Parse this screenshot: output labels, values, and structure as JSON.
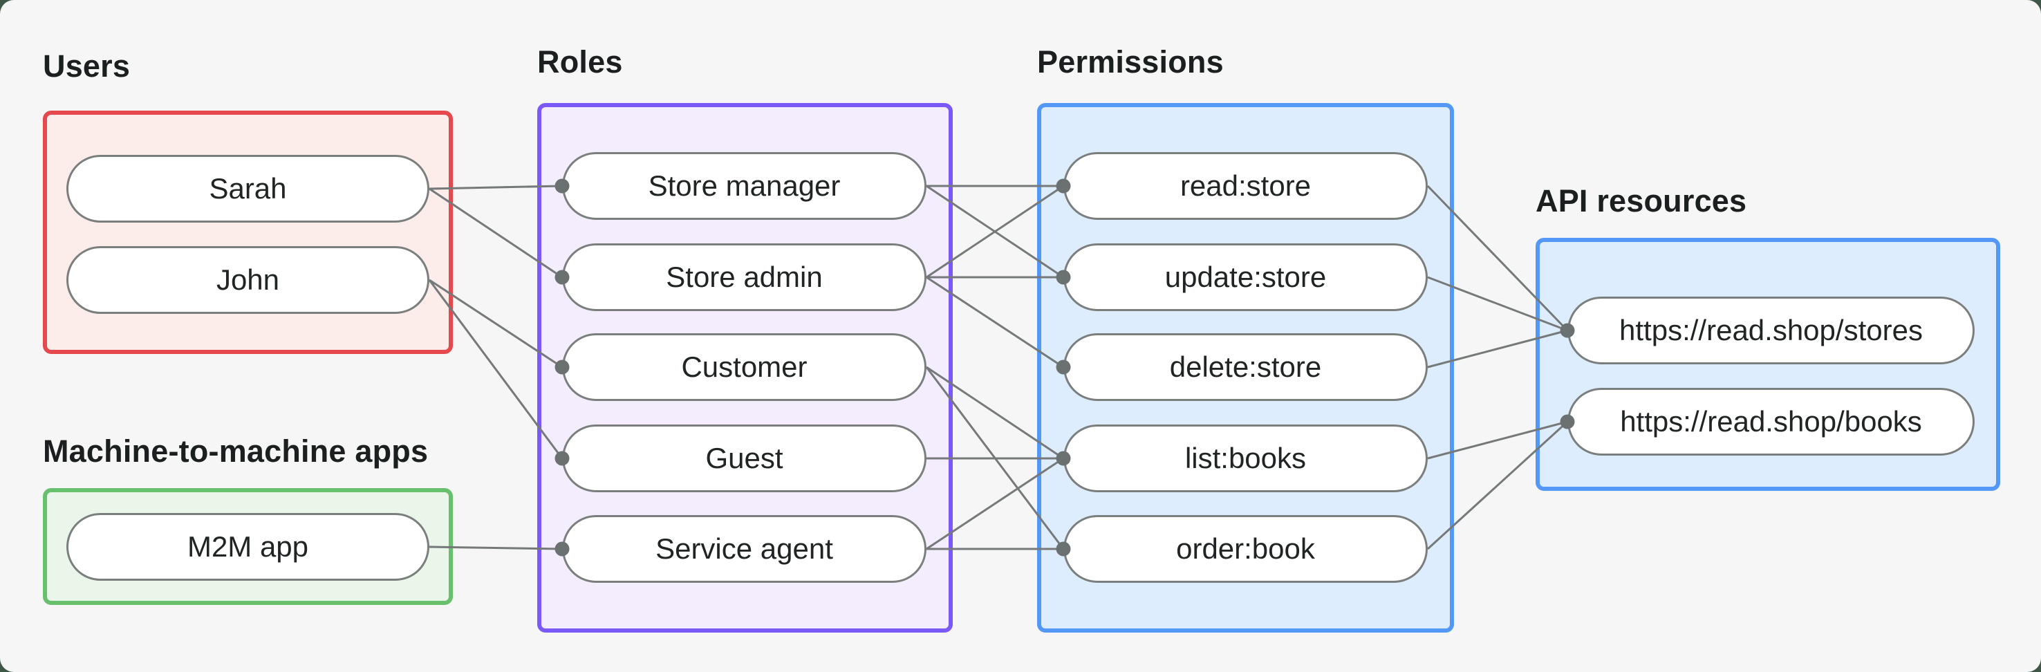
{
  "page": {
    "background": "#3e5747",
    "panel_background": "#f5f6f5"
  },
  "style": {
    "edge_color": "#75797a",
    "edge_width": 3,
    "dot_color": "#6b7170",
    "dot_radius": 10.5,
    "node_border": "#7a7f7e"
  },
  "groups": [
    {
      "id": "users",
      "label": "Users",
      "color": "#e5484d",
      "fill": "#fcecea"
    },
    {
      "id": "m2m",
      "label": "Machine-to-machine apps",
      "color": "#68c06d",
      "fill": "#e9f6e9"
    },
    {
      "id": "roles",
      "label": "Roles",
      "color": "#7b58f8",
      "fill": "#f3edfe"
    },
    {
      "id": "permissions",
      "label": "Permissions",
      "color": "#5397f7",
      "fill": "#deedfd"
    },
    {
      "id": "api",
      "label": "API resources",
      "color": "#5397f7",
      "fill": "#deedfd"
    }
  ],
  "nodes": {
    "sarah": {
      "label": "Sarah"
    },
    "john": {
      "label": "John"
    },
    "m2m_app": {
      "label": "M2M app"
    },
    "store_manager": {
      "label": "Store manager"
    },
    "store_admin": {
      "label": "Store admin"
    },
    "customer": {
      "label": "Customer"
    },
    "guest": {
      "label": "Guest"
    },
    "service_agent": {
      "label": "Service agent"
    },
    "read_store": {
      "label": "read:store"
    },
    "update_store": {
      "label": "update:store"
    },
    "delete_store": {
      "label": "delete:store"
    },
    "list_books": {
      "label": "list:books"
    },
    "order_book": {
      "label": "order:book"
    },
    "stores_resource": {
      "label": "https://read.shop/stores"
    },
    "books_resource": {
      "label": "https://read.shop/books"
    }
  },
  "edges": [
    {
      "from": "sarah",
      "to": "store_manager"
    },
    {
      "from": "sarah",
      "to": "store_admin"
    },
    {
      "from": "john",
      "to": "customer"
    },
    {
      "from": "john",
      "to": "guest"
    },
    {
      "from": "m2m_app",
      "to": "service_agent"
    },
    {
      "from": "store_manager",
      "to": "read_store"
    },
    {
      "from": "store_manager",
      "to": "update_store"
    },
    {
      "from": "store_admin",
      "to": "read_store"
    },
    {
      "from": "store_admin",
      "to": "update_store"
    },
    {
      "from": "store_admin",
      "to": "delete_store"
    },
    {
      "from": "customer",
      "to": "list_books"
    },
    {
      "from": "customer",
      "to": "order_book"
    },
    {
      "from": "guest",
      "to": "list_books"
    },
    {
      "from": "service_agent",
      "to": "list_books"
    },
    {
      "from": "service_agent",
      "to": "order_book"
    },
    {
      "from": "read_store",
      "to": "stores_resource"
    },
    {
      "from": "update_store",
      "to": "stores_resource"
    },
    {
      "from": "delete_store",
      "to": "stores_resource"
    },
    {
      "from": "list_books",
      "to": "books_resource"
    },
    {
      "from": "order_book",
      "to": "books_resource"
    }
  ]
}
